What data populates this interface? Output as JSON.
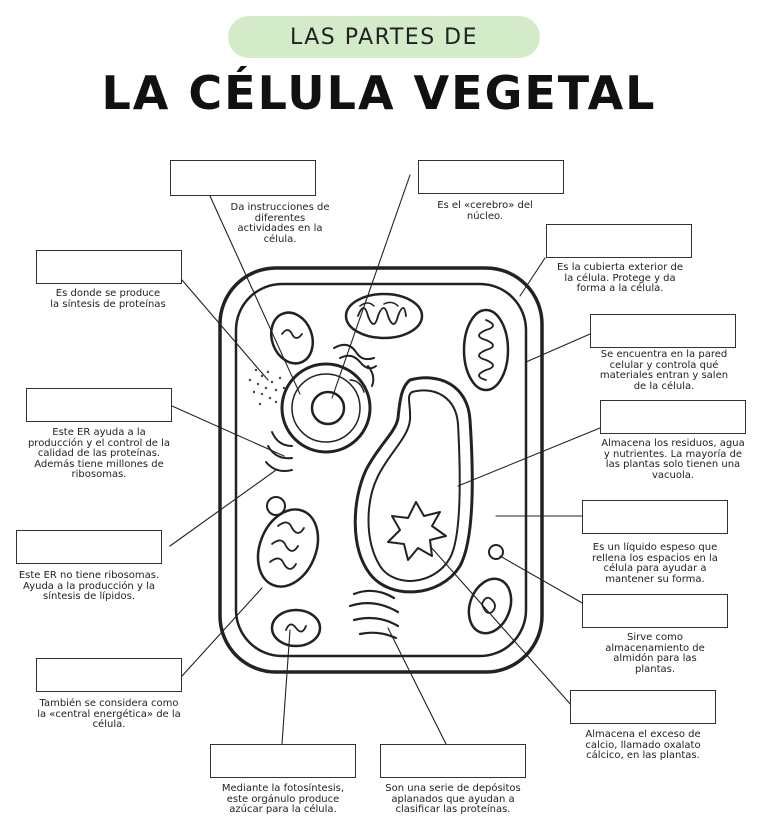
{
  "header": {
    "pill": "LAS PARTES DE",
    "title": "LA CÉLULA VEGETAL"
  },
  "labels": [
    {
      "id": "nucleo",
      "text": "Da instrucciones de diferentes actividades en la célula."
    },
    {
      "id": "nucleolo",
      "text": "Es el «cerebro» del núcleo."
    },
    {
      "id": "pared",
      "text": "Es la cubierta exterior de la célula. Protege y da forma a la célula."
    },
    {
      "id": "ribosomas",
      "text": "Es donde se produce la síntesis de proteínas"
    },
    {
      "id": "membrana",
      "text": "Se encuentra en la pared celular y controla qué materiales entran y salen de la célula."
    },
    {
      "id": "vacuola",
      "text": "Almacena los residuos, agua y nutrientes. La mayoría de las plantas solo tienen una vacuola."
    },
    {
      "id": "rer",
      "text": "Este ER ayuda a la producción y el control de la calidad de las proteínas. Además tiene millones de ribosomas."
    },
    {
      "id": "citoplasma",
      "text": "Es un líquido espeso que rellena los espacios en la célula para ayudar a mantener su forma."
    },
    {
      "id": "rel",
      "text": "Este ER no tiene ribosomas. Ayuda a la producción y la síntesis de lípidos."
    },
    {
      "id": "amiloplasto",
      "text": "Sirve como almacenamiento de almidón para las plantas."
    },
    {
      "id": "mitocondria",
      "text": "También se considera como la «central energética» de la célula."
    },
    {
      "id": "cristal",
      "text": "Almacena el exceso de calcio, llamado oxalato cálcico, en las plantas."
    },
    {
      "id": "cloroplasto",
      "text": "Mediante la fotosíntesis, este orgánulo produce azúcar para la célula."
    },
    {
      "id": "golgi",
      "text": "Son una serie de depósitos aplanados que ayudan a clasificar las proteínas."
    }
  ]
}
